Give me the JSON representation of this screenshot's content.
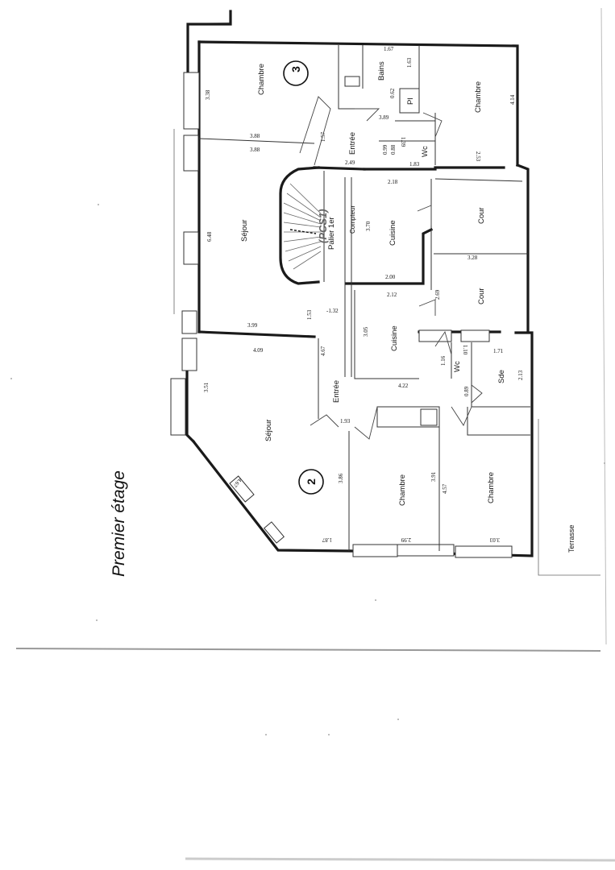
{
  "title": "Premier étage",
  "badges": [
    "3",
    "2"
  ],
  "rooms": {
    "chambre_top": "Chambre",
    "bains": "Bains",
    "pl": "Pl",
    "chambre_right": "Chambre",
    "entree_top": "Entrée",
    "wc_top": "Wc",
    "sejour_top": "Séjour",
    "pcs": "(PCS1)",
    "palier": "Palier 1er",
    "compteur": "Compteur",
    "cuisine_top": "Cuisine",
    "cour_top": "Cour",
    "cour_bottom": "Cour",
    "cuisine_bottom": "Cuisine",
    "wc_bottom": "Wc",
    "sde": "Sde",
    "entree_bottom": "Entrée",
    "sejour_bottom": "Séjour",
    "chambre_bl": "Chambre",
    "chambre_br": "Chambre",
    "terrasse": "Terrasse"
  },
  "dims": {
    "d1_67": "1.67",
    "d1_63": "1.63",
    "d3_38": "3.38",
    "d0_62": "0.62",
    "d3_89": "3.89",
    "d4_14": "4.14",
    "d1_57": "1.57",
    "d1_39": "1.39",
    "d3_88a": "3.88",
    "d3_88b": "3.88",
    "d0_99": "0.99",
    "d0_88": "0.88",
    "d2_49": "2.49",
    "d1_83": "1.83",
    "d2_53": "2.53",
    "d2_18": "2.18",
    "d6_48": "6.48",
    "d3_70": "3.70",
    "d3_28": "3.28",
    "d2_00": "2.00",
    "d2_12": "2.12",
    "d2_69": "2.69",
    "d1_32": "-1.32",
    "d1_53": "1.53",
    "d3_99": "3.99",
    "d4_09": "4.09",
    "d4_67a": "4.67",
    "d3_05": "3.05",
    "d1_16": "1.16",
    "d1_10": "1.10",
    "d1_71": "1.71",
    "d2_13": "2.13",
    "d3_51": "3.51",
    "d4_22": "4.22",
    "d0_89": "0.89",
    "d1_93": "1.93",
    "d4_67b": "4.67",
    "d3_86": "3.86",
    "d3_91": "3.91",
    "d4_57": "4.57",
    "d1_87": "1.87",
    "d2_99": "2.99",
    "d3_03": "3.03"
  }
}
